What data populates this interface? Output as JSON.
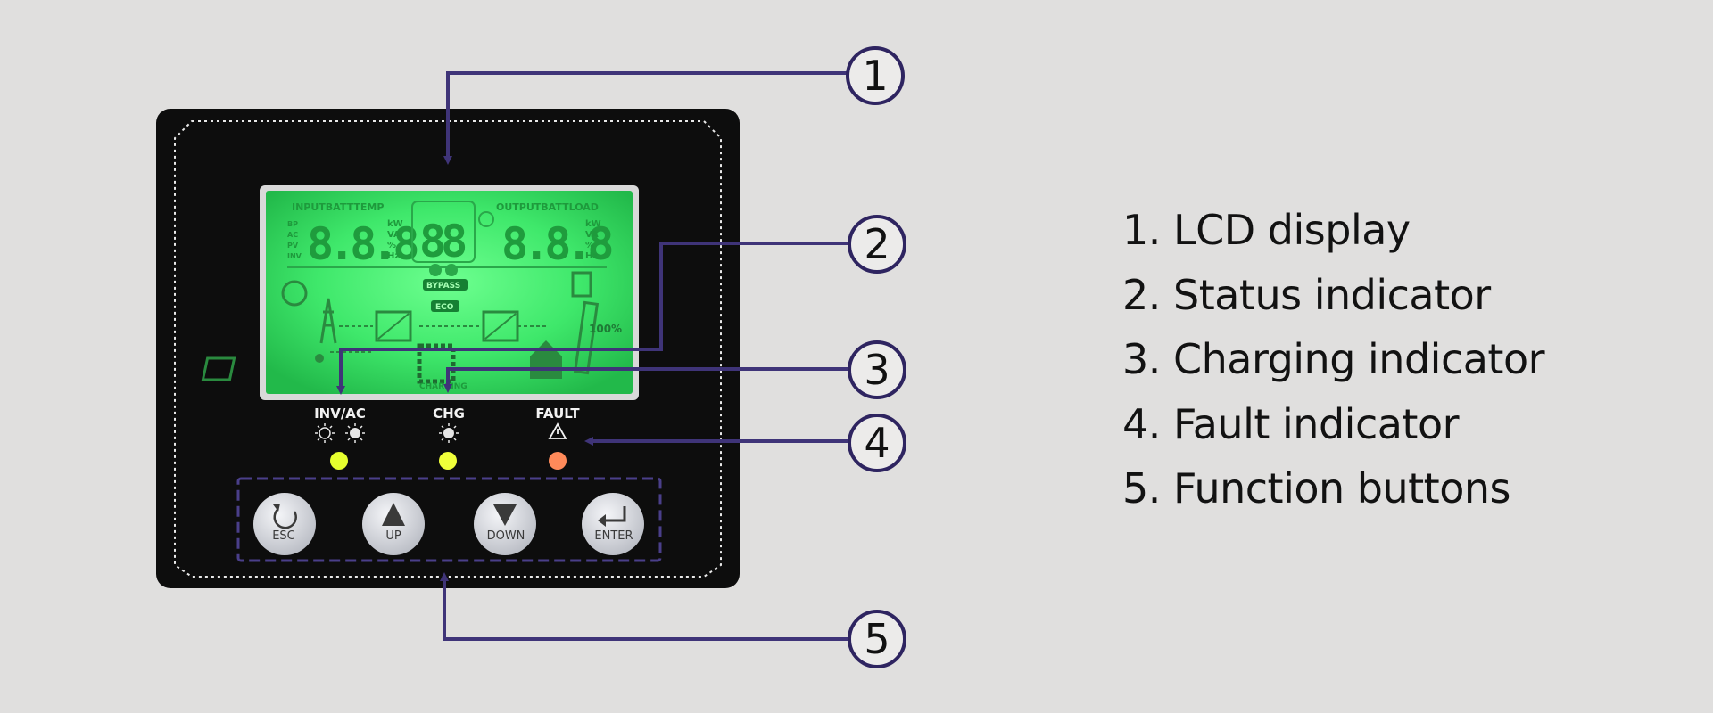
{
  "lcd": {
    "label_input_batt_temp": "INPUTBATTTEMP",
    "label_output_batt_load": "OUTPUTBATTLOAD",
    "left_digits": "8.8.8",
    "center_digits": "88",
    "right_digits": "8.8.8",
    "units": [
      "kW",
      "VA",
      "%",
      "Hz"
    ],
    "source_tags": [
      "BP",
      "AC",
      "PV",
      "INV"
    ],
    "bypass": "BYPASS",
    "eco": "ECO",
    "charging": "CHARGING",
    "battery_percent": "100%"
  },
  "indicators": [
    {
      "label": "INV/AC",
      "color": "#e6ff2e"
    },
    {
      "label": "CHG",
      "color": "#f0ff3a"
    },
    {
      "label": "FAULT",
      "color": "#ff8a5a"
    }
  ],
  "buttons": [
    {
      "label": "ESC",
      "icon": "return-arrow-icon"
    },
    {
      "label": "UP",
      "icon": "triangle-up-icon"
    },
    {
      "label": "DOWN",
      "icon": "triangle-down-icon"
    },
    {
      "label": "ENTER",
      "icon": "enter-icon"
    }
  ],
  "callouts": [
    "1",
    "2",
    "3",
    "4",
    "5"
  ],
  "legend": [
    "1. LCD display",
    "2. Status indicator",
    "3. Charging indicator",
    "4. Fault indicator",
    "5. Function buttons"
  ],
  "colors": {
    "background": "#e0dfde",
    "panel": "#0d0d0d",
    "lcd_green": "#3ee86a",
    "callout_line": "#3f3478"
  }
}
